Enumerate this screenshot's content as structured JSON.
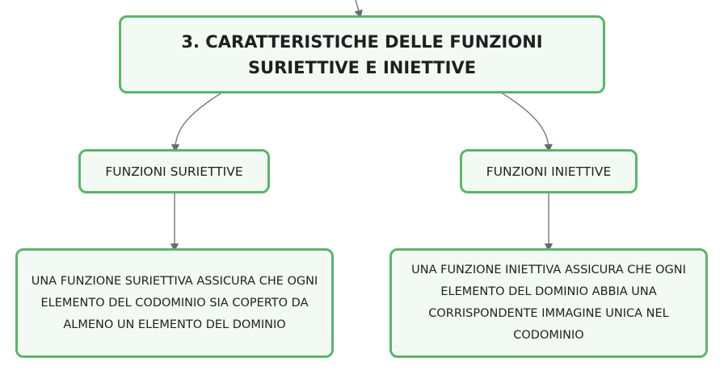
{
  "diagram": {
    "root": {
      "label": "3. CARATTERISTICHE DELLE FUNZIONI SURIETTIVE E INIETTIVE"
    },
    "branches": [
      {
        "label": "FUNZIONI SURIETTIVE",
        "detail": "UNA FUNZIONE SURIETTIVA ASSICURA CHE OGNI ELEMENTO DEL CODOMINIO SIA COPERTO DA ALMENO UN ELEMENTO DEL DOMINIO"
      },
      {
        "label": "FUNZIONI INIETTIVE",
        "detail": "UNA FUNZIONE INIETTIVA ASSICURA CHE OGNI ELEMENTO DEL DOMINIO ABBIA UNA CORRISPONDENTE IMMAGINE UNICA NEL CODOMINIO"
      }
    ],
    "colors": {
      "node_border": "#5bb56a",
      "node_fill": "#f3faf4",
      "connector": "#6b6b6b"
    }
  }
}
